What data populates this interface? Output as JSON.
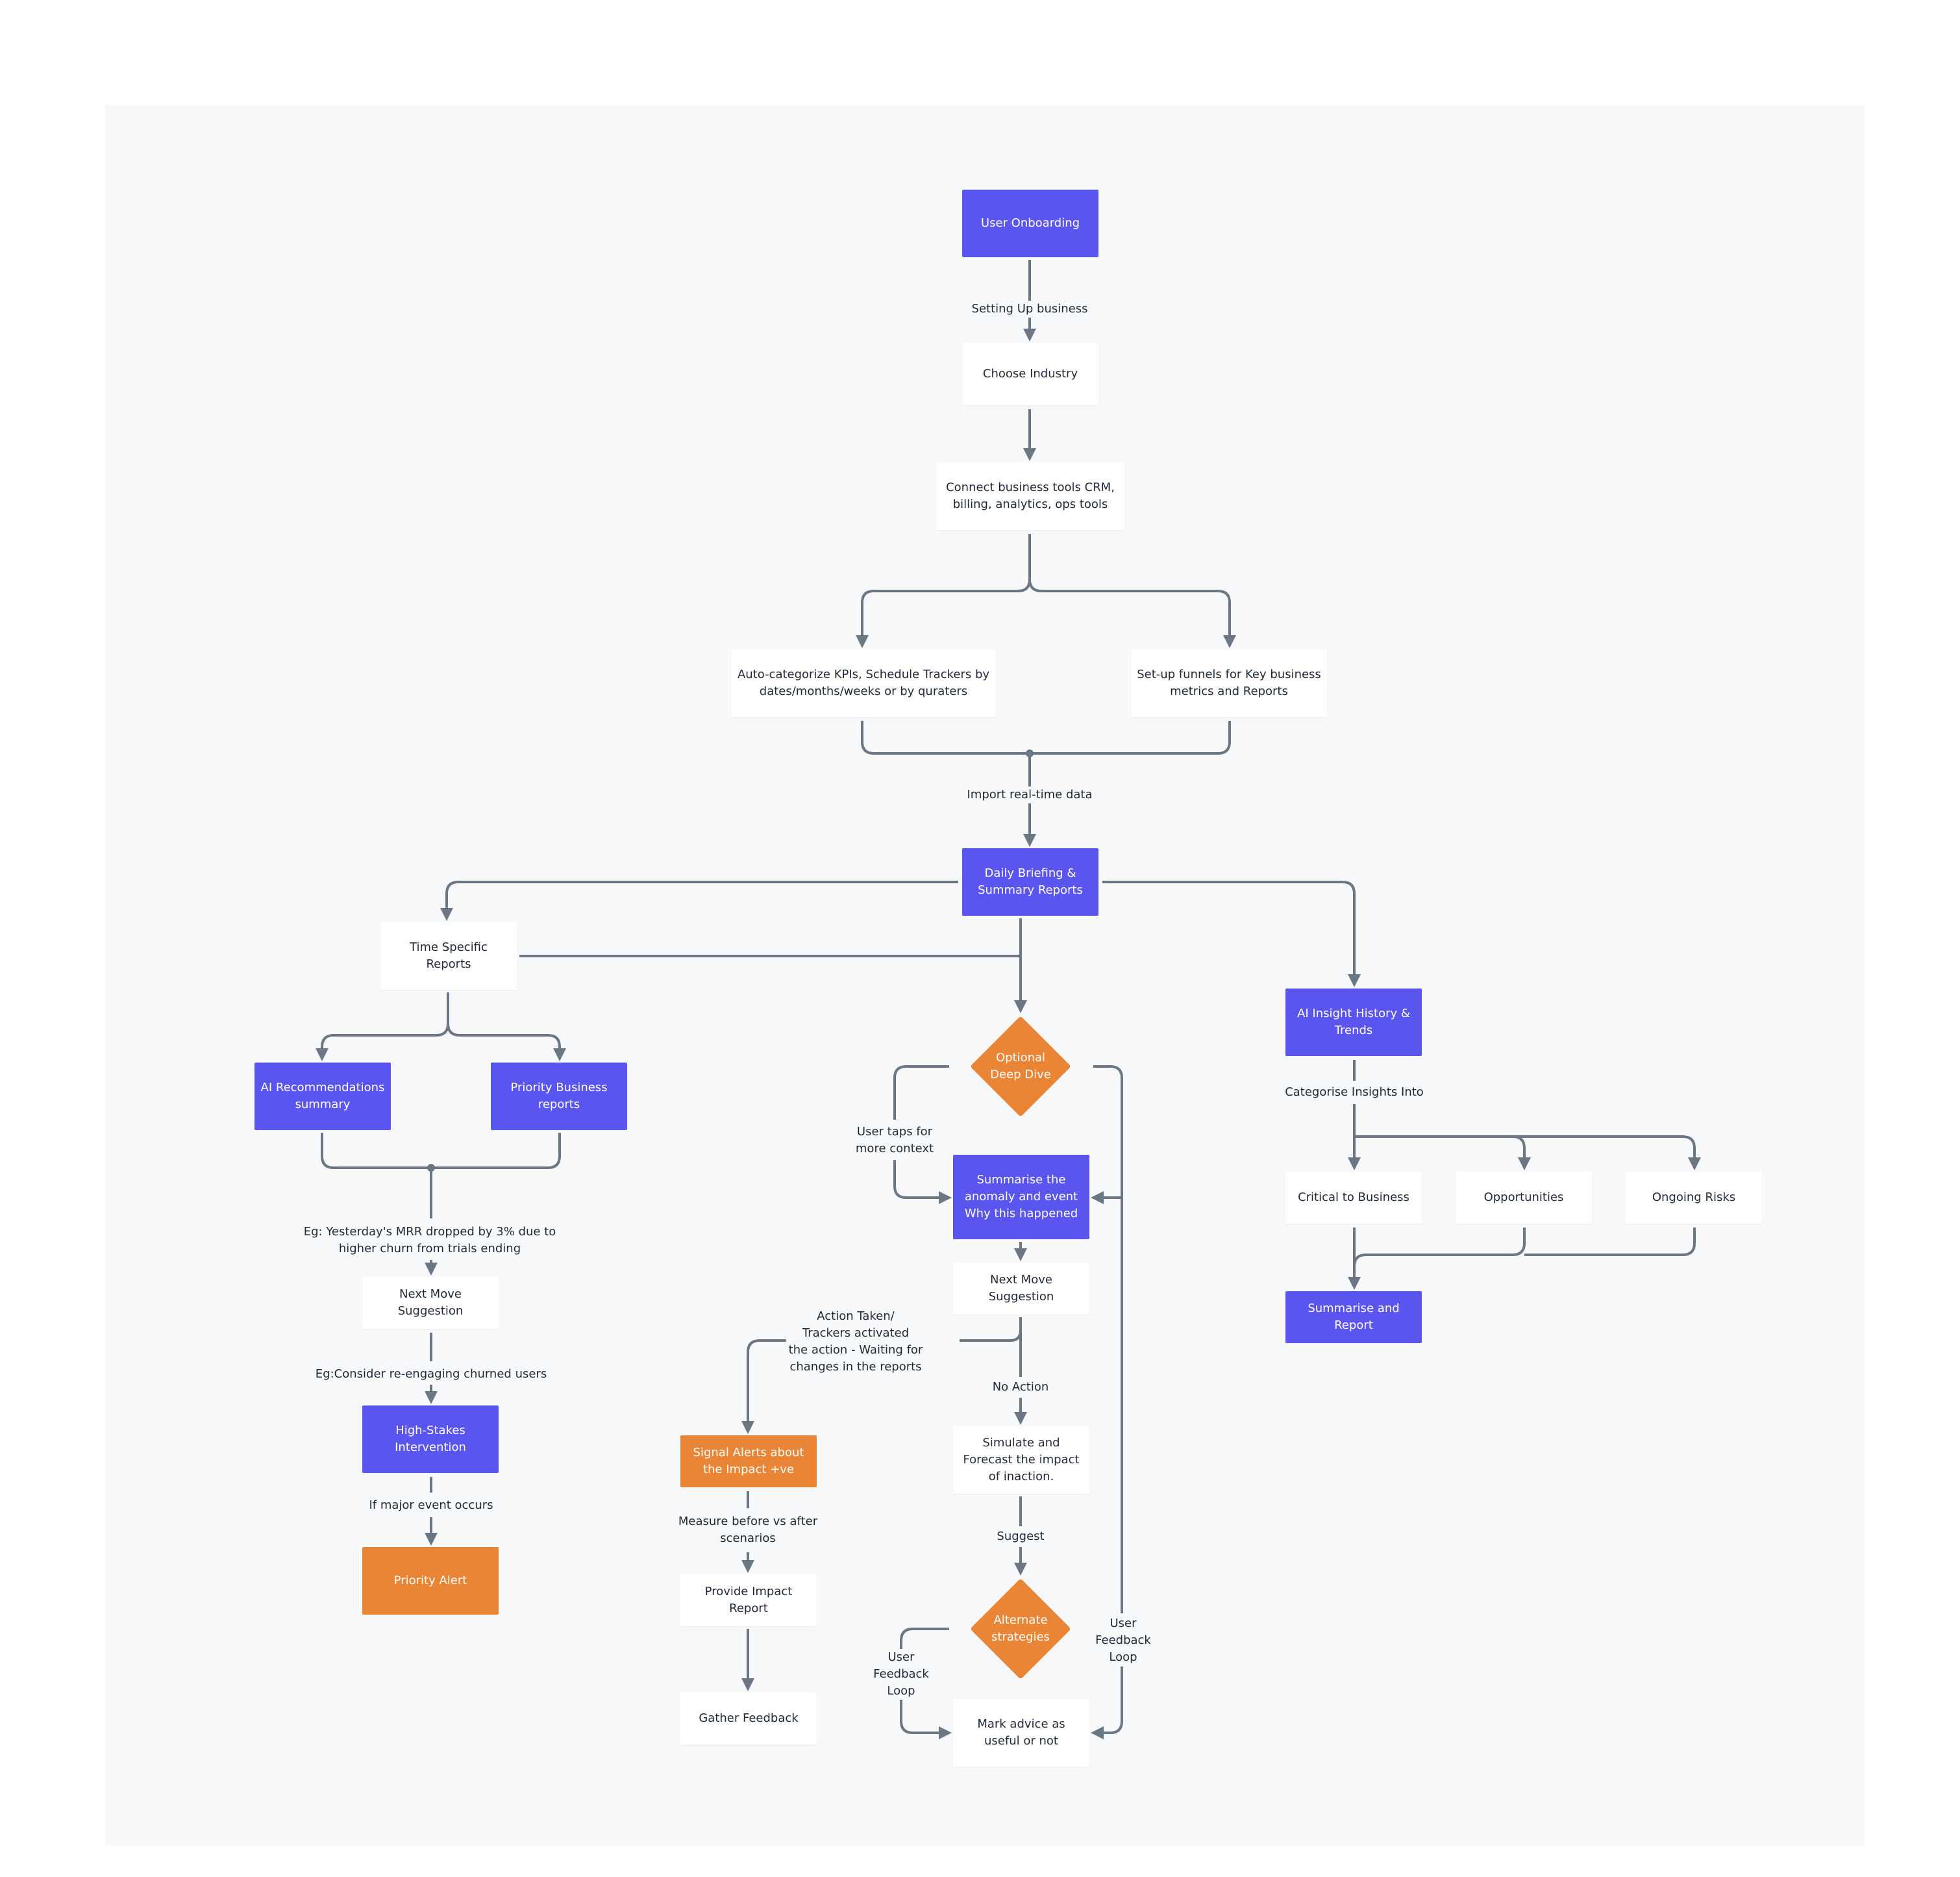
{
  "colors": {
    "primary": "#5b55f0",
    "accent": "#ea8535",
    "connector": "#6b7785",
    "canvas": "#f7f8fa"
  },
  "nodes": {
    "user_onboarding": "User Onboarding",
    "choose_industry": "Choose Industry",
    "connect_tools": "Connect business tools   CRM,\nbilling, analytics, ops tools",
    "auto_categorize": "Auto-categorize KPIs, Schedule Trackers by\ndates/months/weeks or by quraters",
    "setup_funnels": "Set-up funnels for Key business\nmetrics and Reports",
    "daily_briefing": "Daily Briefing &\nSummary Reports",
    "time_specific": "Time Specific\nReports",
    "ai_recommendations": "AI Recommendations\nsummary",
    "priority_business": "Priority Business\nreports",
    "next_move_left": "Next Move\nSuggestion",
    "high_stakes": "High-Stakes\nIntervention",
    "priority_alert": "Priority Alert",
    "optional_deep_dive": "Optional\nDeep Dive",
    "summarise_anomaly": "Summarise the\nanomaly and event\nWhy this happened",
    "next_move_center": "Next Move\nSuggestion",
    "signal_alerts": "Signal Alerts about\nthe Impact +ve",
    "provide_impact": "Provide Impact\nReport",
    "gather_feedback": "Gather Feedback",
    "simulate_forecast": "Simulate and\nForecast the impact\nof inaction.",
    "alternate_strategies": "Alternate\nstrategies",
    "mark_advice": "Mark advice as\nuseful or not",
    "ai_insight_history": "AI Insight History &\nTrends",
    "critical_to_business": "Critical to Business",
    "opportunities": "Opportunities",
    "ongoing_risks": "Ongoing Risks",
    "summarise_report": "Summarise and\nReport"
  },
  "labels": {
    "setting_up_business": "Setting Up business",
    "import_realtime": "Import real-time data",
    "eg_mrr": "Eg: Yesterday's MRR dropped by 3% due to\nhigher churn from trials ending",
    "eg_reengage": "Eg:Consider re-engaging churned users",
    "if_major_event": "If major event occurs",
    "user_taps": "User taps for\nmore context",
    "action_taken": "Action Taken/\nTrackers activated\nthe action - Waiting for\nchanges in the reports",
    "no_action": "No Action",
    "measure_before_after": "Measure before vs after\nscenarios",
    "suggest": "Suggest",
    "user_feedback_left": "User\nFeedback\nLoop",
    "user_feedback_right": "User\nFeedback\nLoop",
    "categorise_insights": "Categorise Insights Into"
  }
}
